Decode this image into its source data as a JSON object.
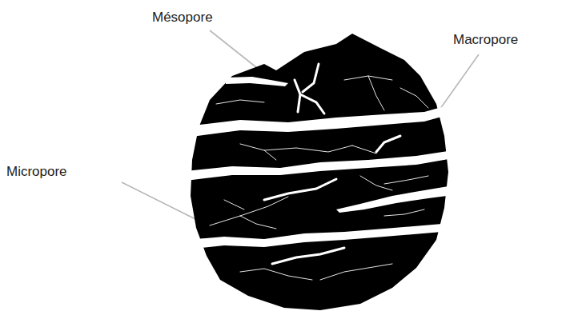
{
  "diagram": {
    "labels": [
      "Mésopore",
      "Macropore",
      "Micropore"
    ]
  }
}
